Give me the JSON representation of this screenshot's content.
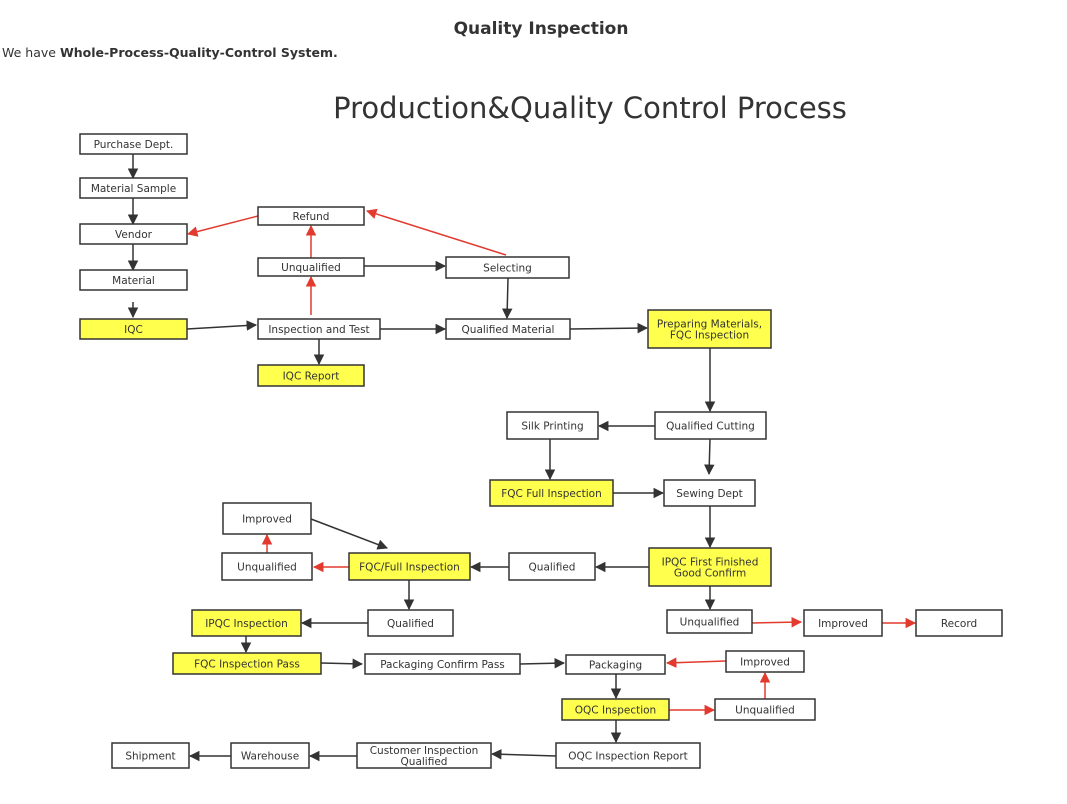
{
  "page": {
    "title": "Quality Inspection",
    "intro_prefix": "We have ",
    "intro_bold": "Whole-Process-Quality-Control System."
  },
  "diagram": {
    "title": "Production&Quality Control Process",
    "colors": {
      "highlight": "#ffff4d",
      "normal": "#ffffff",
      "edge": "#333333",
      "edge_red": "#e23a2e"
    },
    "nodes": [
      {
        "id": "purchase",
        "label": [
          "Purchase Dept."
        ],
        "highlight": false
      },
      {
        "id": "material_sample",
        "label": [
          "Material Sample"
        ],
        "highlight": false
      },
      {
        "id": "vendor",
        "label": [
          "Vendor"
        ],
        "highlight": false
      },
      {
        "id": "material",
        "label": [
          "Material"
        ],
        "highlight": false
      },
      {
        "id": "iqc",
        "label": [
          "IQC"
        ],
        "highlight": true
      },
      {
        "id": "refund",
        "label": [
          "Refund"
        ],
        "highlight": false
      },
      {
        "id": "unqualified1",
        "label": [
          "Unqualified"
        ],
        "highlight": false
      },
      {
        "id": "selecting",
        "label": [
          "Selecting"
        ],
        "highlight": false
      },
      {
        "id": "inspection_test",
        "label": [
          "Inspection and Test"
        ],
        "highlight": false
      },
      {
        "id": "qualified_material",
        "label": [
          "Qualified Material"
        ],
        "highlight": false
      },
      {
        "id": "preparing",
        "label": [
          "Preparing Materials,",
          "FQC Inspection"
        ],
        "highlight": true
      },
      {
        "id": "iqc_report",
        "label": [
          "IQC Report"
        ],
        "highlight": true
      },
      {
        "id": "silk",
        "label": [
          "Silk Printing"
        ],
        "highlight": false
      },
      {
        "id": "qualified_cutting",
        "label": [
          "Qualified Cutting"
        ],
        "highlight": false
      },
      {
        "id": "fqc_full",
        "label": [
          "FQC Full Inspection"
        ],
        "highlight": true
      },
      {
        "id": "sewing",
        "label": [
          "Sewing Dept"
        ],
        "highlight": false
      },
      {
        "id": "improved1",
        "label": [
          "Improved"
        ],
        "highlight": false
      },
      {
        "id": "unqualified2",
        "label": [
          "Unqualified"
        ],
        "highlight": false
      },
      {
        "id": "fqc_full2",
        "label": [
          "FQC/Full Inspection"
        ],
        "highlight": true
      },
      {
        "id": "qualified1",
        "label": [
          "Qualified"
        ],
        "highlight": false
      },
      {
        "id": "ipqc_first",
        "label": [
          "IPQC First Finished",
          "Good Confirm"
        ],
        "highlight": true
      },
      {
        "id": "ipqc_insp",
        "label": [
          "IPQC Inspection"
        ],
        "highlight": true
      },
      {
        "id": "qualified2",
        "label": [
          "Qualified"
        ],
        "highlight": false
      },
      {
        "id": "unqualified3",
        "label": [
          "Unqualified"
        ],
        "highlight": false
      },
      {
        "id": "improved2",
        "label": [
          "Improved"
        ],
        "highlight": false
      },
      {
        "id": "record",
        "label": [
          "Record"
        ],
        "highlight": false
      },
      {
        "id": "fqc_pass",
        "label": [
          "FQC Inspection Pass"
        ],
        "highlight": true
      },
      {
        "id": "pack_confirm",
        "label": [
          "Packaging Confirm Pass"
        ],
        "highlight": false
      },
      {
        "id": "packaging",
        "label": [
          "Packaging"
        ],
        "highlight": false
      },
      {
        "id": "improved3",
        "label": [
          "Improved"
        ],
        "highlight": false
      },
      {
        "id": "oqc_insp",
        "label": [
          "OQC Inspection"
        ],
        "highlight": true
      },
      {
        "id": "unqualified4",
        "label": [
          "Unqualified"
        ],
        "highlight": false
      },
      {
        "id": "shipment",
        "label": [
          "Shipment"
        ],
        "highlight": false
      },
      {
        "id": "warehouse",
        "label": [
          "Warehouse"
        ],
        "highlight": false
      },
      {
        "id": "customer_insp",
        "label": [
          "Customer Inspection",
          "Qualified"
        ],
        "highlight": false
      },
      {
        "id": "oqc_report",
        "label": [
          "OQC Inspection Report"
        ],
        "highlight": false
      }
    ],
    "edges": [
      {
        "from": "purchase",
        "to": "material_sample",
        "color": "dark"
      },
      {
        "from": "material_sample",
        "to": "vendor",
        "color": "dark"
      },
      {
        "from": "vendor",
        "to": "material",
        "color": "dark"
      },
      {
        "from": "material",
        "to": "iqc",
        "color": "dark"
      },
      {
        "from": "iqc",
        "to": "inspection_test",
        "color": "dark"
      },
      {
        "from": "inspection_test",
        "to": "iqc_report",
        "color": "dark"
      },
      {
        "from": "inspection_test",
        "to": "unqualified1",
        "color": "red"
      },
      {
        "from": "unqualified1",
        "to": "refund",
        "color": "red"
      },
      {
        "from": "refund",
        "to": "vendor",
        "color": "red"
      },
      {
        "from": "unqualified1",
        "to": "selecting",
        "color": "dark"
      },
      {
        "from": "selecting",
        "to": "refund",
        "color": "red"
      },
      {
        "from": "selecting",
        "to": "qualified_material",
        "color": "dark"
      },
      {
        "from": "inspection_test",
        "to": "qualified_material",
        "color": "dark"
      },
      {
        "from": "qualified_material",
        "to": "preparing",
        "color": "dark"
      },
      {
        "from": "preparing",
        "to": "qualified_cutting",
        "color": "dark"
      },
      {
        "from": "qualified_cutting",
        "to": "silk",
        "color": "dark"
      },
      {
        "from": "silk",
        "to": "fqc_full",
        "color": "dark"
      },
      {
        "from": "qualified_cutting",
        "to": "sewing",
        "color": "dark"
      },
      {
        "from": "fqc_full",
        "to": "sewing",
        "color": "dark"
      },
      {
        "from": "sewing",
        "to": "ipqc_first",
        "color": "dark"
      },
      {
        "from": "ipqc_first",
        "to": "qualified1",
        "color": "dark"
      },
      {
        "from": "qualified1",
        "to": "fqc_full2",
        "color": "dark"
      },
      {
        "from": "fqc_full2",
        "to": "unqualified2",
        "color": "red"
      },
      {
        "from": "unqualified2",
        "to": "improved1",
        "color": "red"
      },
      {
        "from": "improved1",
        "to": "fqc_full2",
        "color": "dark"
      },
      {
        "from": "fqc_full2",
        "to": "qualified2",
        "color": "dark"
      },
      {
        "from": "qualified2",
        "to": "ipqc_insp",
        "color": "dark"
      },
      {
        "from": "ipqc_insp",
        "to": "fqc_pass",
        "color": "dark"
      },
      {
        "from": "fqc_pass",
        "to": "pack_confirm",
        "color": "dark"
      },
      {
        "from": "pack_confirm",
        "to": "packaging",
        "color": "dark"
      },
      {
        "from": "ipqc_first",
        "to": "unqualified3",
        "color": "dark"
      },
      {
        "from": "unqualified3",
        "to": "improved2",
        "color": "red"
      },
      {
        "from": "improved2",
        "to": "record",
        "color": "red"
      },
      {
        "from": "packaging",
        "to": "oqc_insp",
        "color": "dark"
      },
      {
        "from": "oqc_insp",
        "to": "unqualified4",
        "color": "red"
      },
      {
        "from": "unqualified4",
        "to": "improved3",
        "color": "red"
      },
      {
        "from": "improved3",
        "to": "packaging",
        "color": "red"
      },
      {
        "from": "oqc_insp",
        "to": "oqc_report",
        "color": "dark"
      },
      {
        "from": "oqc_report",
        "to": "customer_insp",
        "color": "dark"
      },
      {
        "from": "customer_insp",
        "to": "warehouse",
        "color": "dark"
      },
      {
        "from": "warehouse",
        "to": "shipment",
        "color": "dark"
      }
    ]
  }
}
